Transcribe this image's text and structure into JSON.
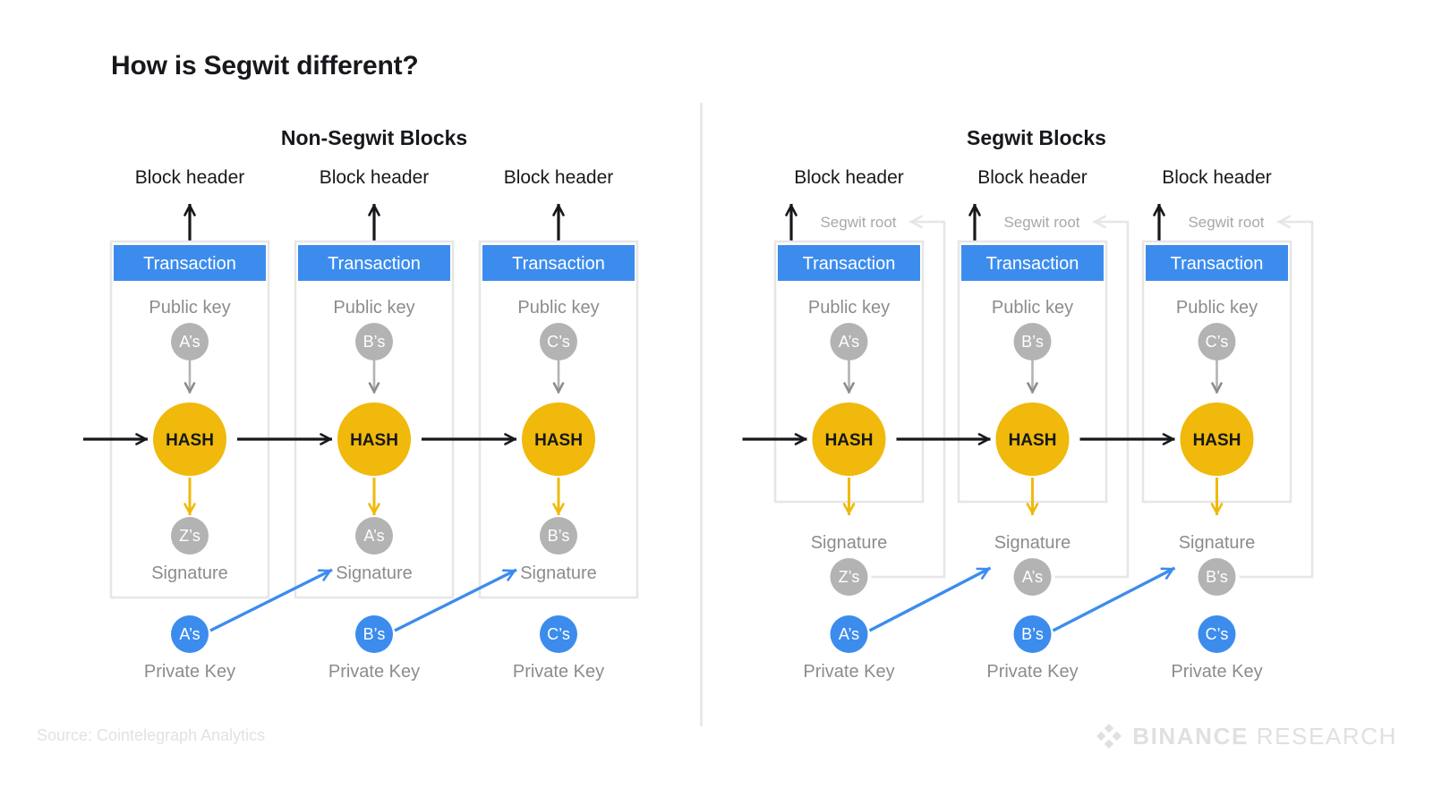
{
  "page": {
    "title": "How is Segwit different?",
    "source": "Source: Cointelegraph Analytics",
    "brand_bold": "BINANCE",
    "brand_light": "RESEARCH"
  },
  "colors": {
    "hash_yellow": "#F0B90B",
    "transaction_blue": "#3C8CEE",
    "private_key_blue": "#3C8CEE",
    "gray_circle": "#B3B3B3",
    "box_border": "#E6E6E6",
    "label_gray": "#8C8C8C",
    "arrow_black": "#16181C",
    "divider": "#E9E9E9",
    "footer_gray": "#E2E2E2"
  },
  "labels": {
    "block_header": "Block header",
    "segwit_root": "Segwit root",
    "transaction": "Transaction",
    "public_key": "Public key",
    "hash": "HASH",
    "signature": "Signature",
    "private_key": "Private Key"
  },
  "panels": [
    {
      "id": "non-segwit",
      "title": "Non-Segwit Blocks",
      "has_segwit_root": false,
      "signature_inside_box": true,
      "blocks": [
        {
          "public_key": "A’s",
          "signature": "Z’s",
          "private_key": "A’s",
          "private_key_links_forward": true
        },
        {
          "public_key": "B’s",
          "signature": "A’s",
          "private_key": "B’s",
          "private_key_links_forward": true
        },
        {
          "public_key": "C’s",
          "signature": "B’s",
          "private_key": "C’s",
          "private_key_links_forward": false
        }
      ]
    },
    {
      "id": "segwit",
      "title": "Segwit Blocks",
      "has_segwit_root": true,
      "signature_inside_box": false,
      "blocks": [
        {
          "public_key": "A’s",
          "signature": "Z’s",
          "private_key": "A’s",
          "private_key_links_forward": true
        },
        {
          "public_key": "B’s",
          "signature": "A’s",
          "private_key": "B’s",
          "private_key_links_forward": true
        },
        {
          "public_key": "C’s",
          "signature": "B’s",
          "private_key": "C’s",
          "private_key_links_forward": false
        }
      ]
    }
  ],
  "geometry": {
    "non_segwit_block_x": [
      124,
      330,
      536
    ],
    "segwit_block_x": [
      866,
      1071,
      1277
    ],
    "non_segwit_block_width": 176,
    "segwit_block_width": 165
  }
}
